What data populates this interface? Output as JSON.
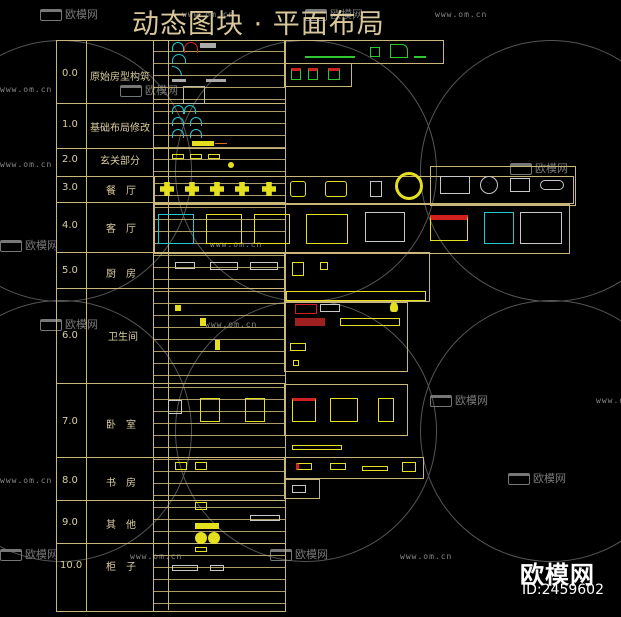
{
  "header": {
    "title": "动态图块 · 平面布局"
  },
  "watermark": {
    "brand_text": "欧模网",
    "url_text": "www.om.cn",
    "id_text": "ID:2459602"
  },
  "table": {
    "rows": [
      {
        "num": "0.0",
        "label": "原始房型构筑"
      },
      {
        "num": "1.0",
        "label": "基础布局修改"
      },
      {
        "num": "2.0",
        "label": "玄关部分"
      },
      {
        "num": "3.0",
        "label": "餐　厅"
      },
      {
        "num": "4.0",
        "label": "客　厅"
      },
      {
        "num": "5.0",
        "label": "厨　房"
      },
      {
        "num": "6.0",
        "label": "卫生间"
      },
      {
        "num": "7.0",
        "label": "卧　室"
      },
      {
        "num": "8.0",
        "label": "书　房"
      },
      {
        "num": "9.0",
        "label": "其　他"
      },
      {
        "num": "10.0",
        "label": "柜　子"
      }
    ]
  },
  "colors": {
    "frame": "#c9b77a",
    "block_yellow": "#e4e020",
    "block_cyan": "#22c8d0",
    "block_green": "#30c830",
    "block_red": "#d02020",
    "block_gray": "#c8c8c8",
    "background": "#000000"
  }
}
